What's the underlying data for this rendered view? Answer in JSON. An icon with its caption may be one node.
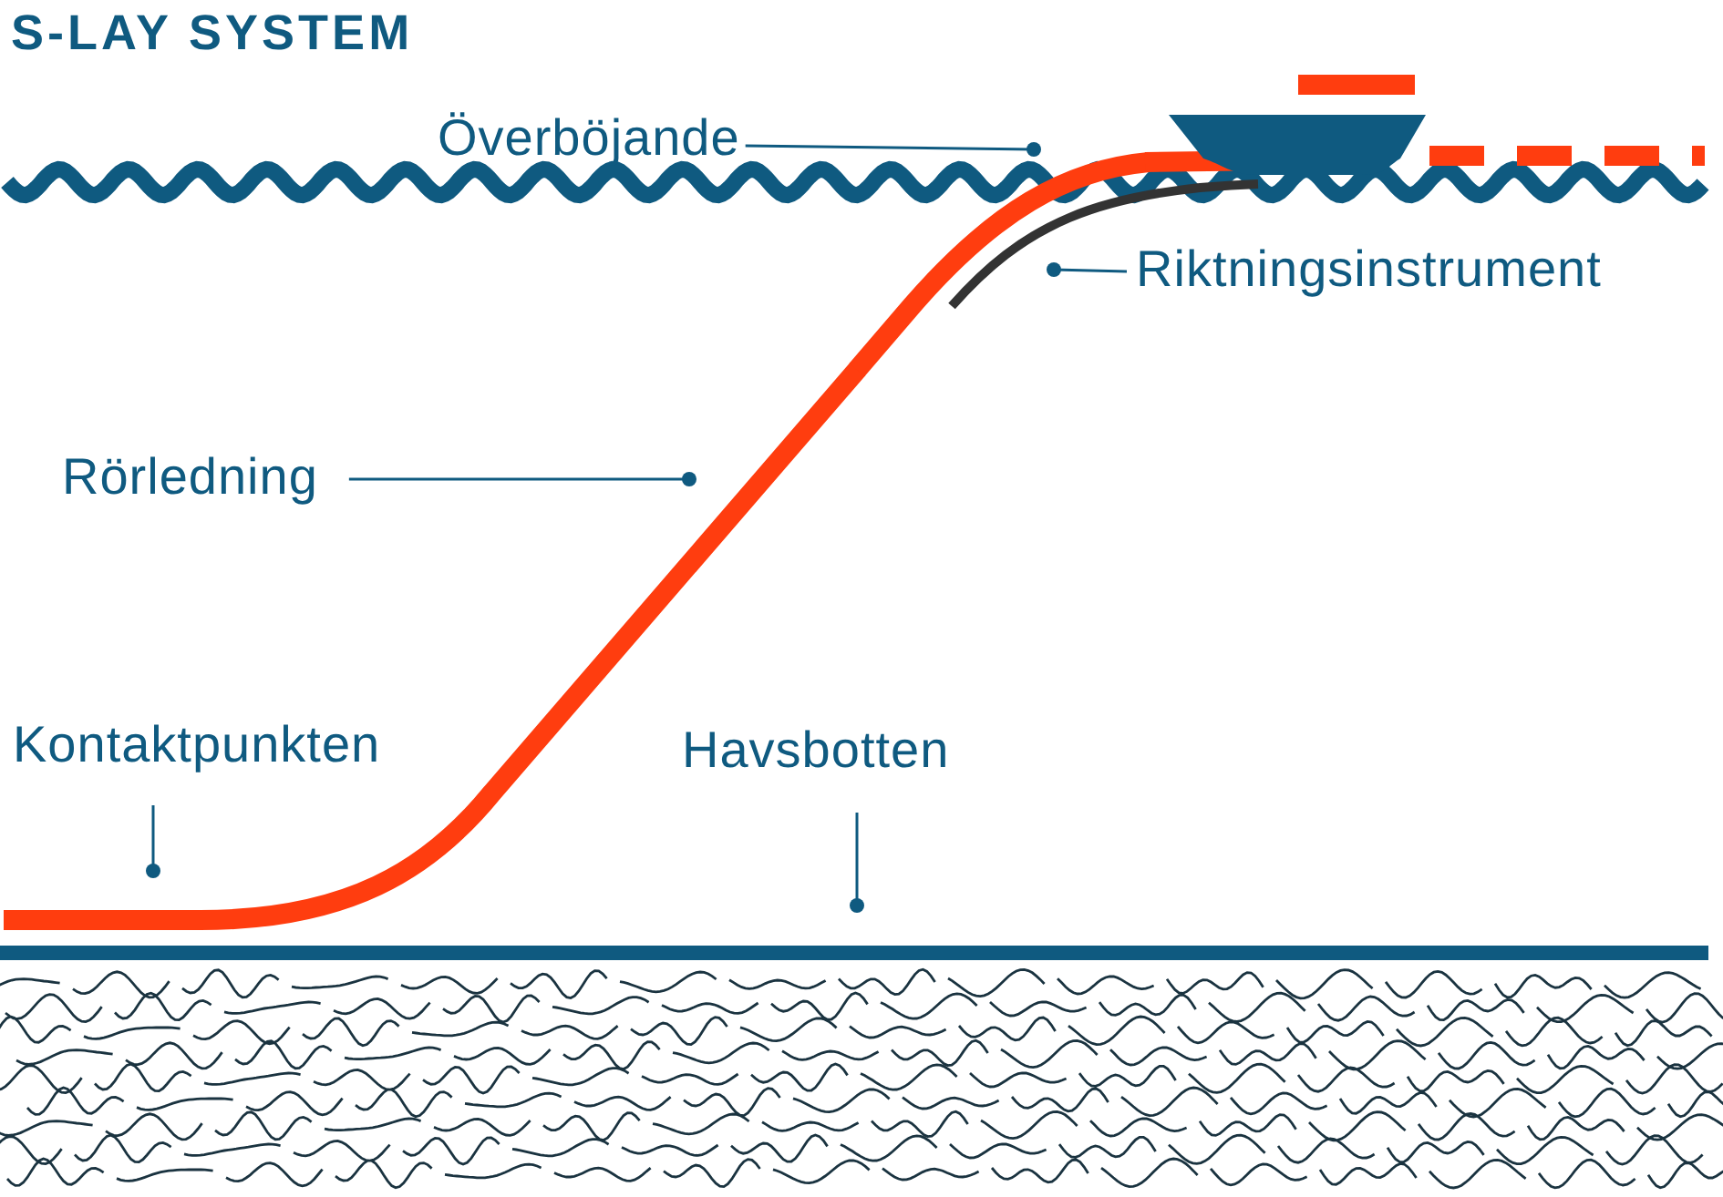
{
  "diagram": {
    "title": "S-LAY SYSTEM",
    "nodes": [
      {
        "text": [
          "Överböjande"
        ]
      },
      {
        "text": [
          "Riktningsinstrument"
        ]
      },
      {
        "text": [
          "Rörledning"
        ]
      },
      {
        "text": [
          "Kontaktpunkten"
        ]
      },
      {
        "text": [
          "Havsbotten"
        ]
      },
      {
        "text": [],
        "shape": "picture"
      },
      {
        "text": [],
        "shape": "picture"
      }
    ],
    "edges": [
      {
        "from": 0,
        "to": 5,
        "arrow": "other"
      },
      {
        "from": 1,
        "to": 6,
        "arrow": "other"
      },
      {
        "from": 2,
        "to": null,
        "arrow": "other"
      },
      {
        "from": 3,
        "to": null,
        "arrow": "other"
      },
      {
        "from": 4,
        "to": null,
        "arrow": "other"
      }
    ]
  }
}
